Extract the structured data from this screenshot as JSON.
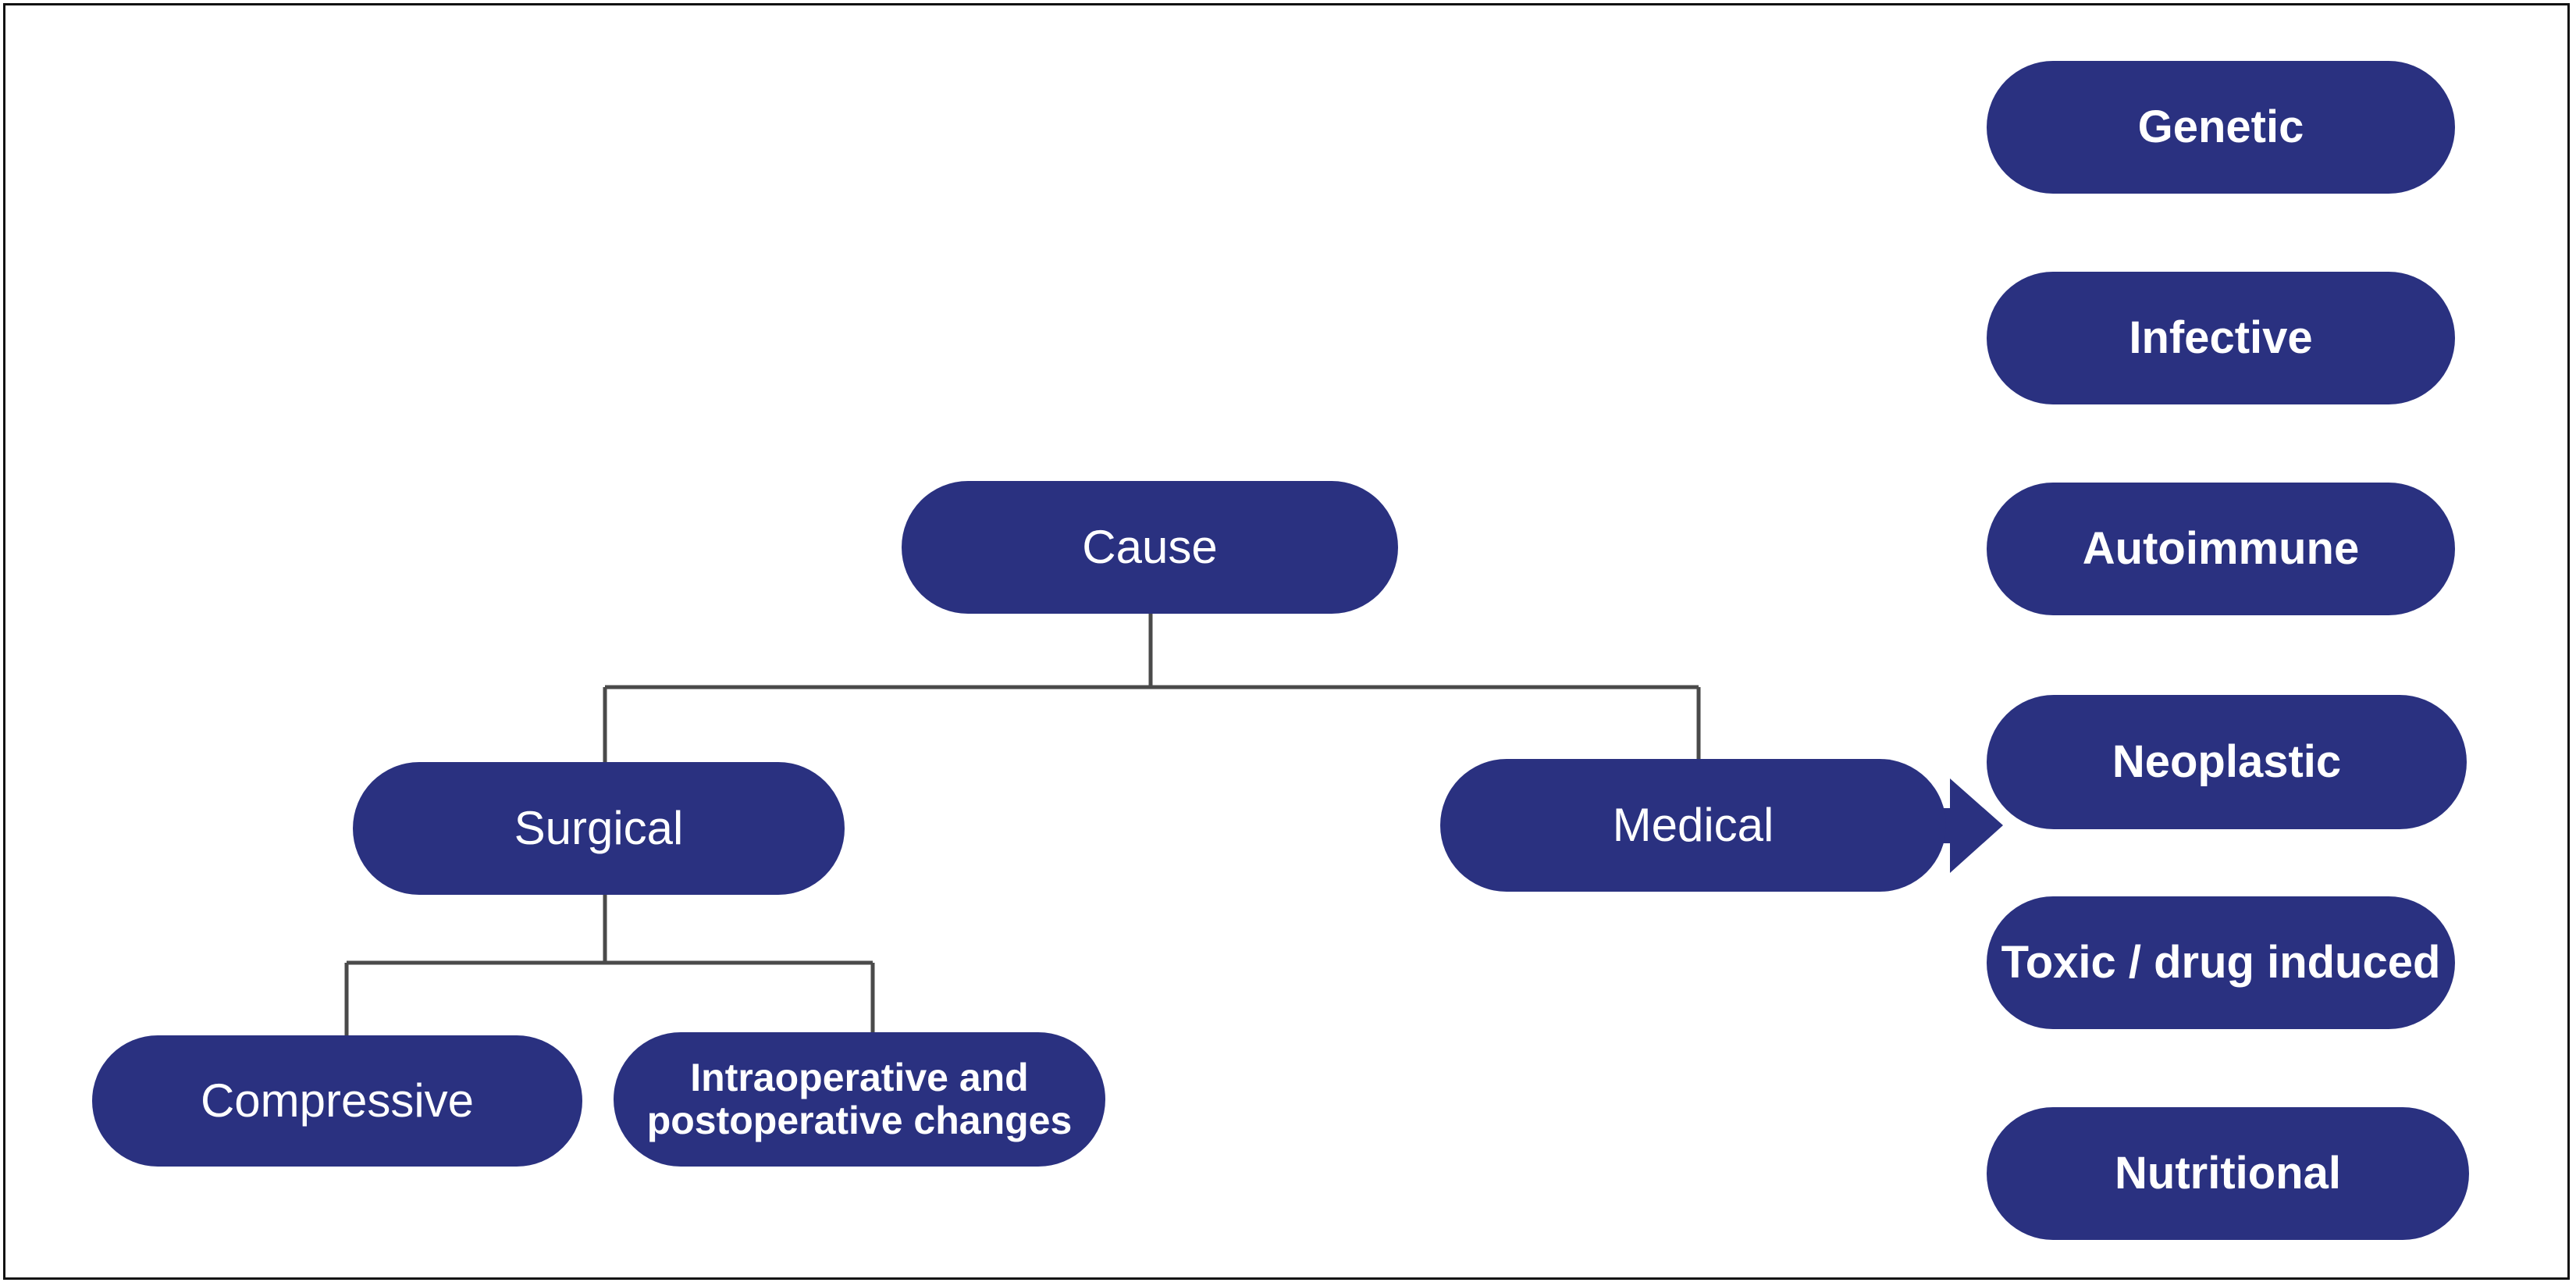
{
  "diagram": {
    "title": "Cause",
    "colors": {
      "node_fill": "#2a3180",
      "node_text": "#ffffff",
      "connector": "#4a4a4a",
      "frame": "#121212",
      "background": "#ffffff"
    },
    "tree": {
      "root": {
        "label": "Cause"
      },
      "level2": [
        {
          "label": "Surgical"
        },
        {
          "label": "Medical"
        }
      ],
      "level3": [
        {
          "label": "Compressive"
        },
        {
          "label": "Intraoperative and postoperative changes"
        }
      ]
    },
    "medical_categories": [
      {
        "label": "Genetic"
      },
      {
        "label": "Infective"
      },
      {
        "label": "Autoimmune"
      },
      {
        "label": "Neoplastic"
      },
      {
        "label": "Toxic / drug induced"
      },
      {
        "label": "Nutritional"
      }
    ],
    "arrow": {
      "from": "Medical",
      "to": "Neoplastic",
      "style": "block-arrow-right"
    }
  }
}
